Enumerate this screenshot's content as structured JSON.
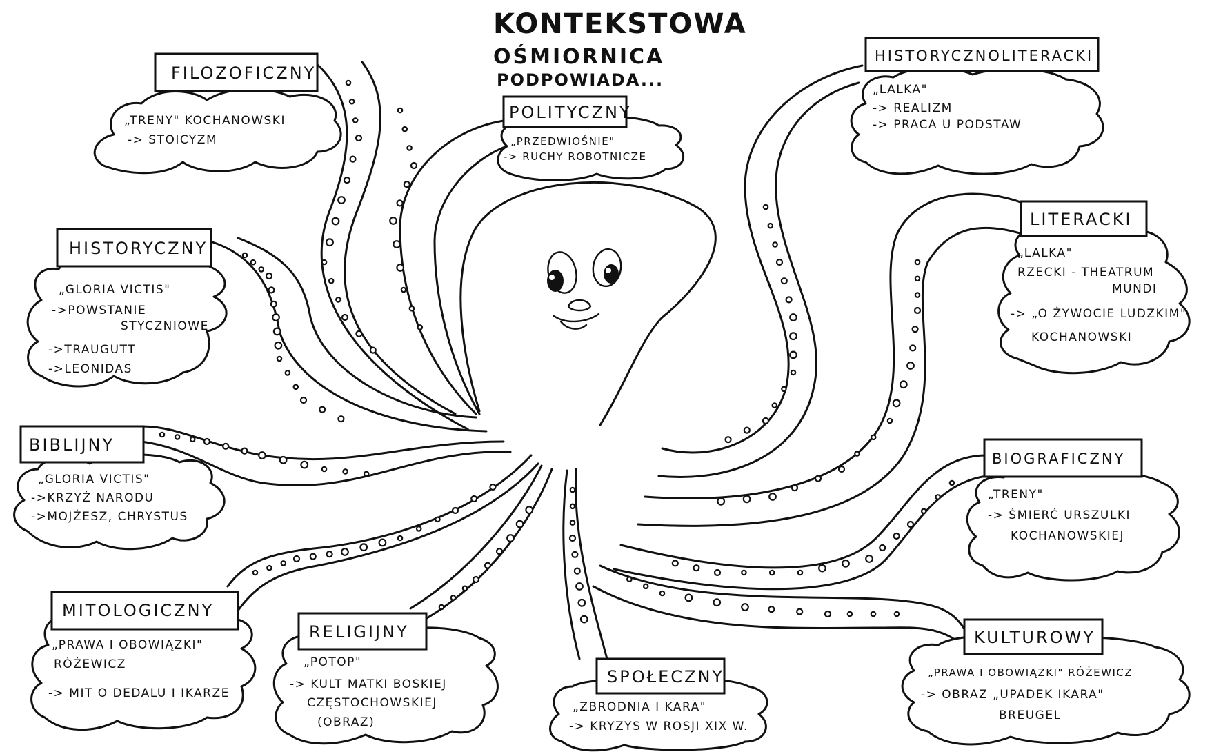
{
  "title": "KONTEKSTOWA",
  "subtitle_1": "OŚMIORNICA",
  "subtitle_2": "PODPOWIADA...",
  "contexts": {
    "filozoficzny": {
      "label": "FILOZOFICZNY",
      "lines": [
        "„TRENY\" KOCHANOWSKI",
        "-> STOICYZM"
      ]
    },
    "historyczny": {
      "label": "HISTORYCZNY",
      "lines": [
        "„GLORIA VICTIS\"",
        "->POWSTANIE",
        "STYCZNIOWE",
        "->TRAUGUTT",
        "->LEONIDAS"
      ]
    },
    "biblijny": {
      "label": "BIBLIJNY",
      "lines": [
        "„GLORIA VICTIS\"",
        "->KRZYŻ NARODU",
        "->MOJŻESZ, CHRYSTUS"
      ]
    },
    "mitologiczny": {
      "label": "MITOLOGICZNY",
      "lines": [
        "„PRAWA I OBOWIĄZKI\"",
        "RÓŻEWICZ",
        "-> MIT O DEDALU I IKARZE"
      ]
    },
    "religijny": {
      "label": "RELIGIJNY",
      "lines": [
        "„POTOP\"",
        "-> KULT MATKI BOSKIEJ",
        "CZĘSTOCHOWSKIEJ",
        "(OBRAZ)"
      ]
    },
    "spoleczny": {
      "label": "SPOŁECZNY",
      "lines": [
        "„ZBRODNIA I KARA\"",
        "-> KRYZYS W ROSJI XIX W."
      ]
    },
    "polityczny": {
      "label": "POLITYCZNY",
      "lines": [
        "„PRZEDWIOŚNIE\"",
        "-> RUCHY ROBOTNICZE"
      ]
    },
    "historycznoliteracki": {
      "label": "HISTORYCZNOLITERACKI",
      "lines": [
        "„LALKA\"",
        "-> REALIZM",
        "-> PRACA U PODSTAW"
      ]
    },
    "literacki": {
      "label": "LITERACKI",
      "lines": [
        "„LALKA\"",
        "RZECKI - THEATRUM",
        "MUNDI",
        "-> „O ŻYWOCIE LUDZKIM\"",
        "KOCHANOWSKI"
      ]
    },
    "biograficzny": {
      "label": "BIOGRAFICZNY",
      "lines": [
        "„TRENY\"",
        "-> ŚMIERĆ URSZULKI",
        "KOCHANOWSKIEJ"
      ]
    },
    "kulturowy": {
      "label": "KULTUROWY",
      "lines": [
        "„PRAWA I OBOWIĄZKI\" RÓŻEWICZ",
        "-> OBRAZ „UPADEK IKARA\"",
        "BREUGEL"
      ]
    }
  }
}
